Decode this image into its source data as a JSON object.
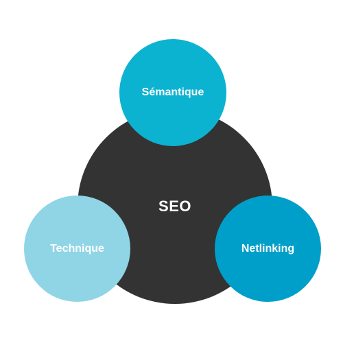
{
  "diagram": {
    "center": {
      "label": "SEO",
      "color": "#333333"
    },
    "nodes": [
      {
        "label": "Sémantique",
        "color": "#0cb3d1"
      },
      {
        "label": "Technique",
        "color": "#8fd5e6"
      },
      {
        "label": "Netlinking",
        "color": "#009fc9"
      }
    ]
  }
}
